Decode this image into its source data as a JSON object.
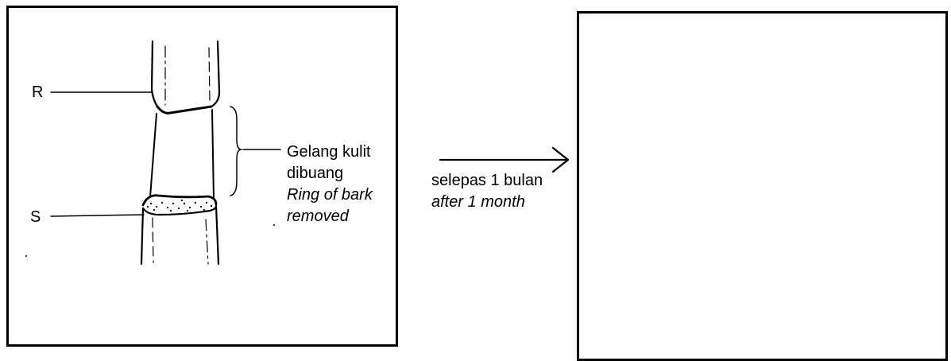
{
  "diagram": {
    "label_r": "R",
    "label_s": "S",
    "ring_label_ms": "Gelang kulit",
    "ring_label_ms_2": "dibuang",
    "ring_label_en": "Ring of bark",
    "ring_label_en_2": "removed",
    "arrow_label_ms": "selepas 1 bulan",
    "arrow_label_en": "after 1 month"
  },
  "colors": {
    "line": "#000000",
    "background": "#ffffff"
  }
}
